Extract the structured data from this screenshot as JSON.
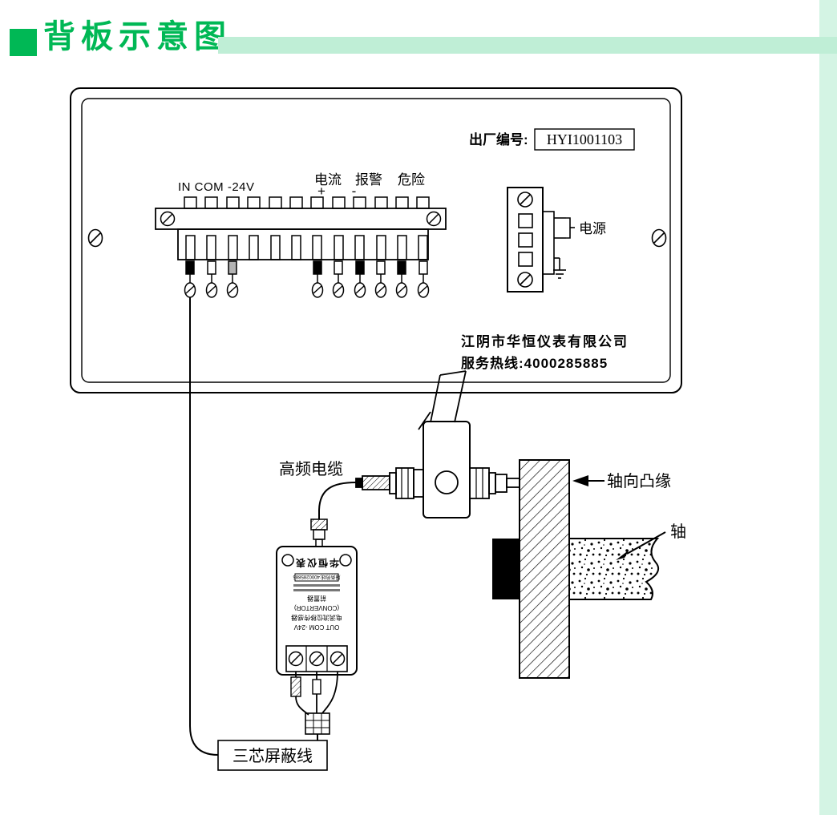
{
  "page": {
    "title": "背板示意图"
  },
  "colors": {
    "accent_green": "#00b855",
    "bar_green": "#bfeed6",
    "strip_green": "#d4f4e4"
  },
  "panel": {
    "serial_label": "出厂编号:",
    "serial_value": "HYI1001103",
    "terminals_left_label": "IN COM -24V",
    "current_label": "电流",
    "current_polarity": "+ -",
    "alarm_label": "报警",
    "danger_label": "危险",
    "power_label": "电源",
    "company_name": "江阴市华恒仪表有限公司",
    "hotline": "服务热线:4000285885"
  },
  "probe": {
    "hf_cable_label": "高频电缆",
    "flange_label": "轴向凸缘",
    "shaft_label": "轴",
    "shield_wire_label": "三芯屏蔽线"
  },
  "convertor": {
    "brand": "华恒仪表",
    "hotline": "服务热线:4000285885",
    "name_cn": "前置器",
    "name_en": "(CONVERTOR)",
    "product": "电涡流位移传感器",
    "terminals": "OUT  COM  -24V"
  }
}
